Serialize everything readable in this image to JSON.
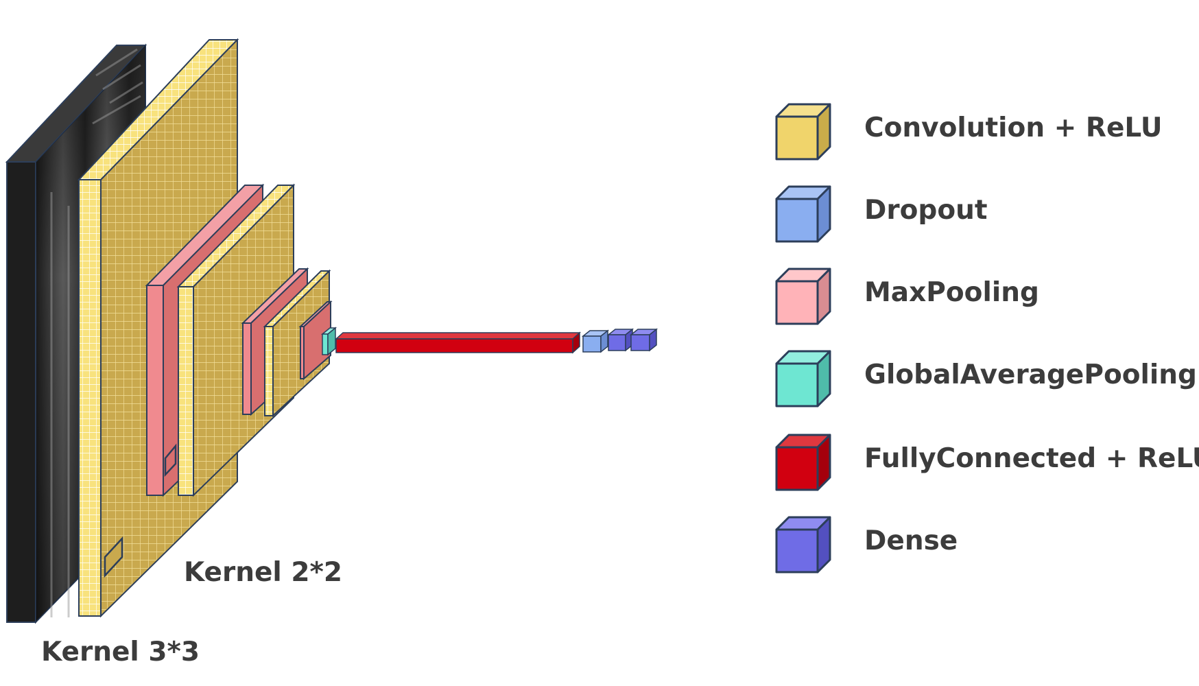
{
  "kernel_labels": {
    "first": "Kernel 3*3",
    "second": "Kernel 2*2"
  },
  "legend": [
    {
      "label": "Convolution + ReLU",
      "icon": "conv-cube-icon",
      "front": "#f0d46b",
      "top": "#f5e08e",
      "side": "#c9ac4a"
    },
    {
      "label": "Dropout",
      "icon": "dropout-cube-icon",
      "front": "#8aaef0",
      "top": "#a9c4f5",
      "side": "#6c8ed4"
    },
    {
      "label": "MaxPooling",
      "icon": "maxpool-cube-icon",
      "front": "#ffb3b8",
      "top": "#ffc7ca",
      "side": "#d98d92"
    },
    {
      "label": "GlobalAveragePooling",
      "icon": "gap-cube-icon",
      "front": "#6ee6d2",
      "top": "#92eedf",
      "side": "#4fbcaa"
    },
    {
      "label": "FullyConnected + ReLU",
      "icon": "fc-cube-icon",
      "front": "#d10010",
      "top": "#e0383f",
      "side": "#a5000c"
    },
    {
      "label": "Dense",
      "icon": "dense-cube-icon",
      "front": "#6f6ce6",
      "top": "#8f8cf0",
      "side": "#5350c0"
    }
  ],
  "colors": {
    "outline": "#2c3e5a",
    "conv_face": "#c9a94e",
    "conv_grid": "#f3df9a",
    "conv_edge": "#f8e48a",
    "pool_face": "#f08a8f",
    "pool_inner": "#d86f6f",
    "fc": "#d10010",
    "dropout": "#8aaef0",
    "dense": "#6f6ce6",
    "gap": "#6ee6d2",
    "input_dark": "#2a2a2a"
  }
}
